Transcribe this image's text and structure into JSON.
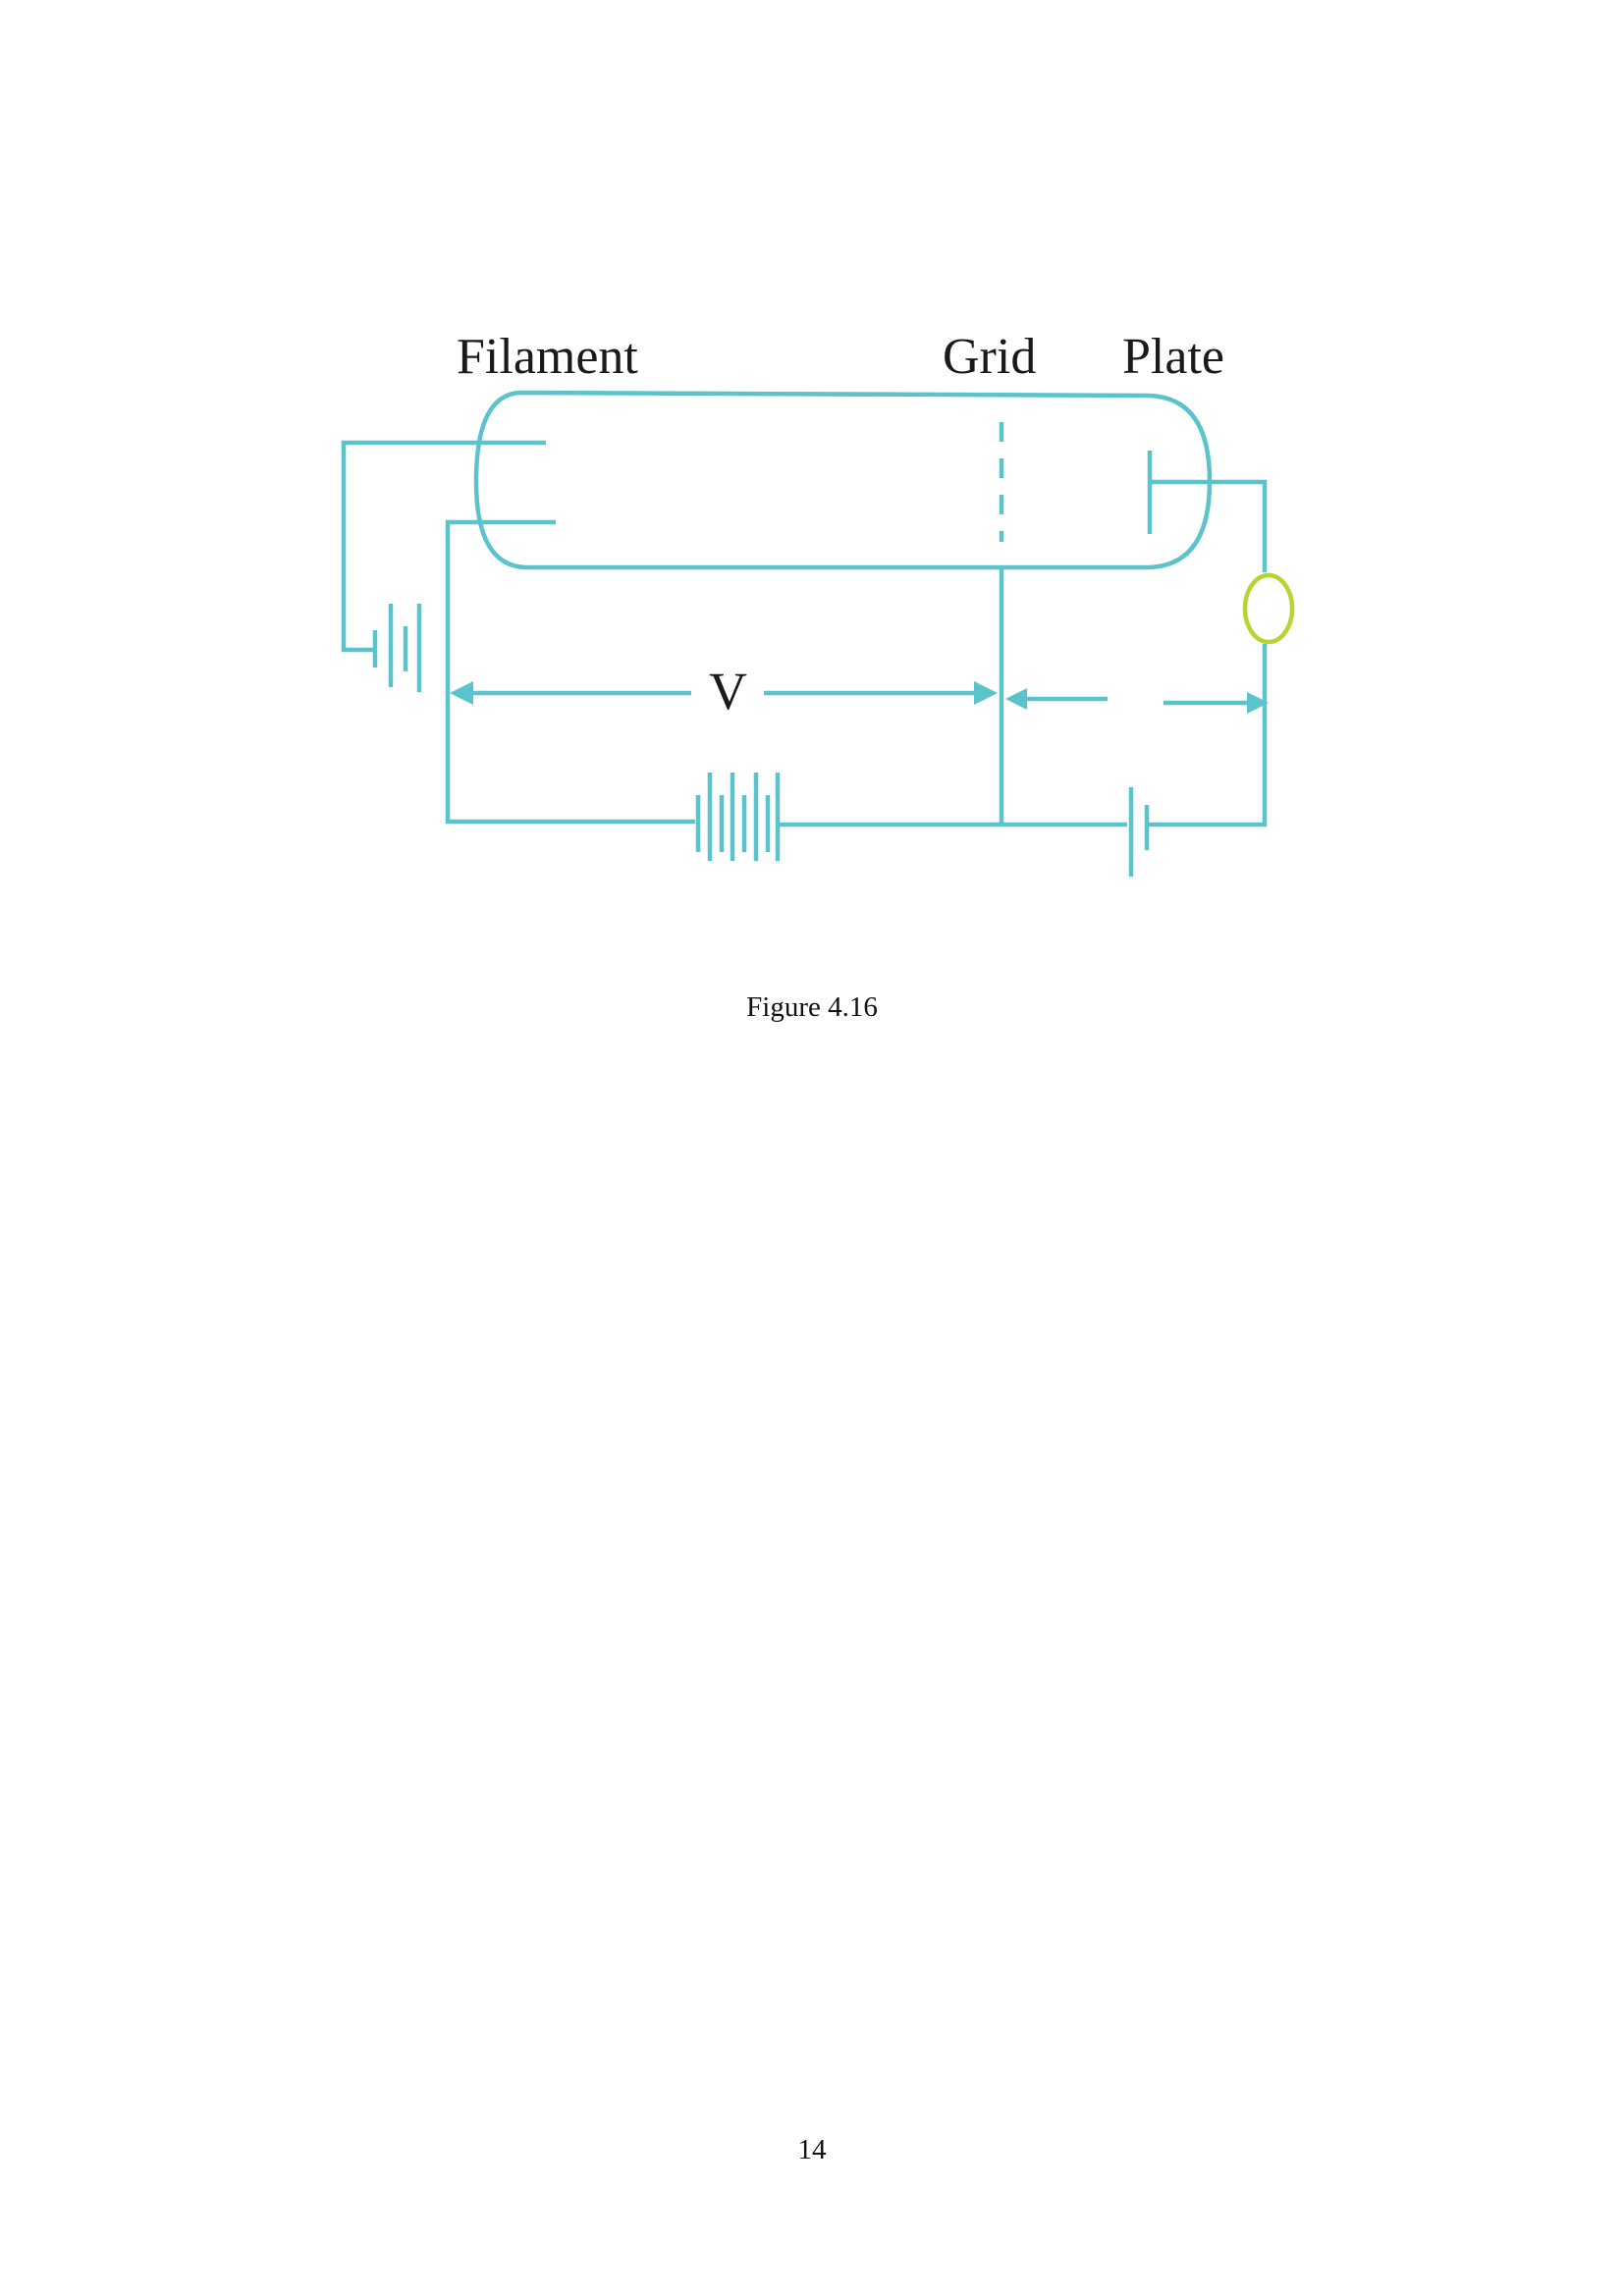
{
  "diagram": {
    "labels": {
      "filament": "Filament",
      "grid": "Grid",
      "plate": "Plate",
      "voltage": "V"
    },
    "colors": {
      "wire": "#5bc3cc",
      "meter": "#b7d334",
      "text": "#1a1a1a"
    }
  },
  "caption": "Figure 4.16",
  "page_number": "14"
}
